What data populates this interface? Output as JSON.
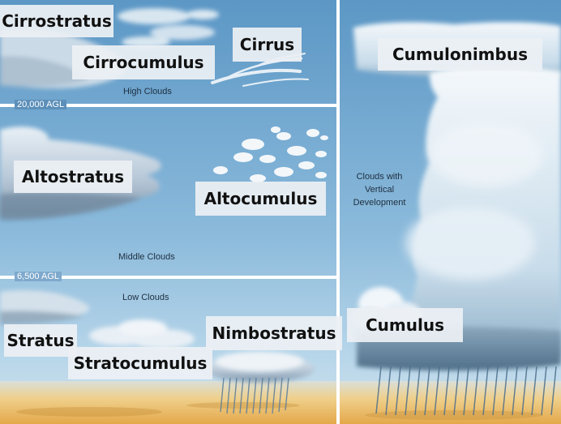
{
  "cloud_labels": {
    "cirrostratus": "Cirrostratus",
    "cirrus": "Cirrus",
    "cirrocumulus": "Cirrocumulus",
    "altostratus": "Altostratus",
    "altocumulus": "Altocumulus",
    "stratus": "Stratus",
    "stratocumulus": "Stratocumulus",
    "nimbostratus": "Nimbostratus",
    "cumulonimbus": "Cumulonimbus",
    "cumulus": "Cumulus"
  },
  "layers": {
    "high": "High Clouds",
    "middle": "Middle Clouds",
    "low": "Low Clouds"
  },
  "altitudes": {
    "upper": "20,000 AGL",
    "lower": "6,500 AGL"
  },
  "vertical": {
    "line1": "Clouds with",
    "line2": "Vertical",
    "line3": "Development"
  },
  "colors": {
    "sky_top": "#5c97c5",
    "sky_bottom": "#b4d3e8",
    "ground": "#e8b254",
    "divider": "#ffffff",
    "rain": "#5a7c9a"
  }
}
